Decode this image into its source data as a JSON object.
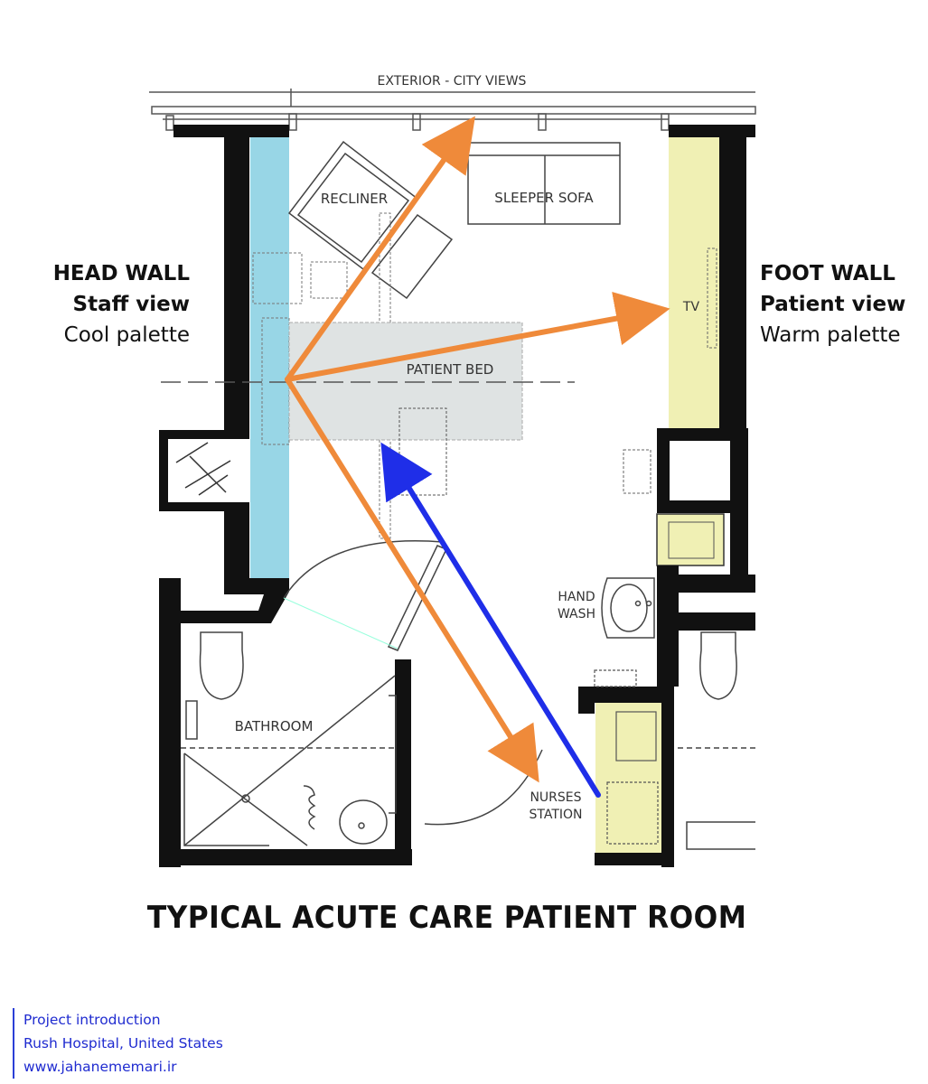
{
  "labels": {
    "exterior": "EXTERIOR - CITY VIEWS",
    "recliner": "RECLINER",
    "sleeper_sofa": "SLEEPER SOFA",
    "tv": "TV",
    "patient_bed": "PATIENT BED",
    "hand_wash": [
      "HAND",
      "WASH"
    ],
    "bathroom": "BATHROOM",
    "nurses_station": [
      "NURSES",
      "STATION"
    ]
  },
  "head_wall": {
    "title": "HEAD WALL",
    "subtitle": "Staff view",
    "palette": "Cool palette"
  },
  "foot_wall": {
    "title": "FOOT WALL",
    "subtitle": "Patient view",
    "palette": "Warm palette"
  },
  "title": "TYPICAL ACUTE CARE PATIENT ROOM",
  "credit": {
    "line1": "Project introduction",
    "line2": "Rush Hospital, United States",
    "line3": "www.jahanememari.ir"
  },
  "colors": {
    "head_wall_zone": "#98d6e6",
    "foot_wall_zone": "#f0f0b4",
    "sightline_orange": "#ef8a3a",
    "nurse_arrow_blue": "#1f2ee8",
    "wall": "#111111",
    "credit_text": "#1f2bd0"
  }
}
